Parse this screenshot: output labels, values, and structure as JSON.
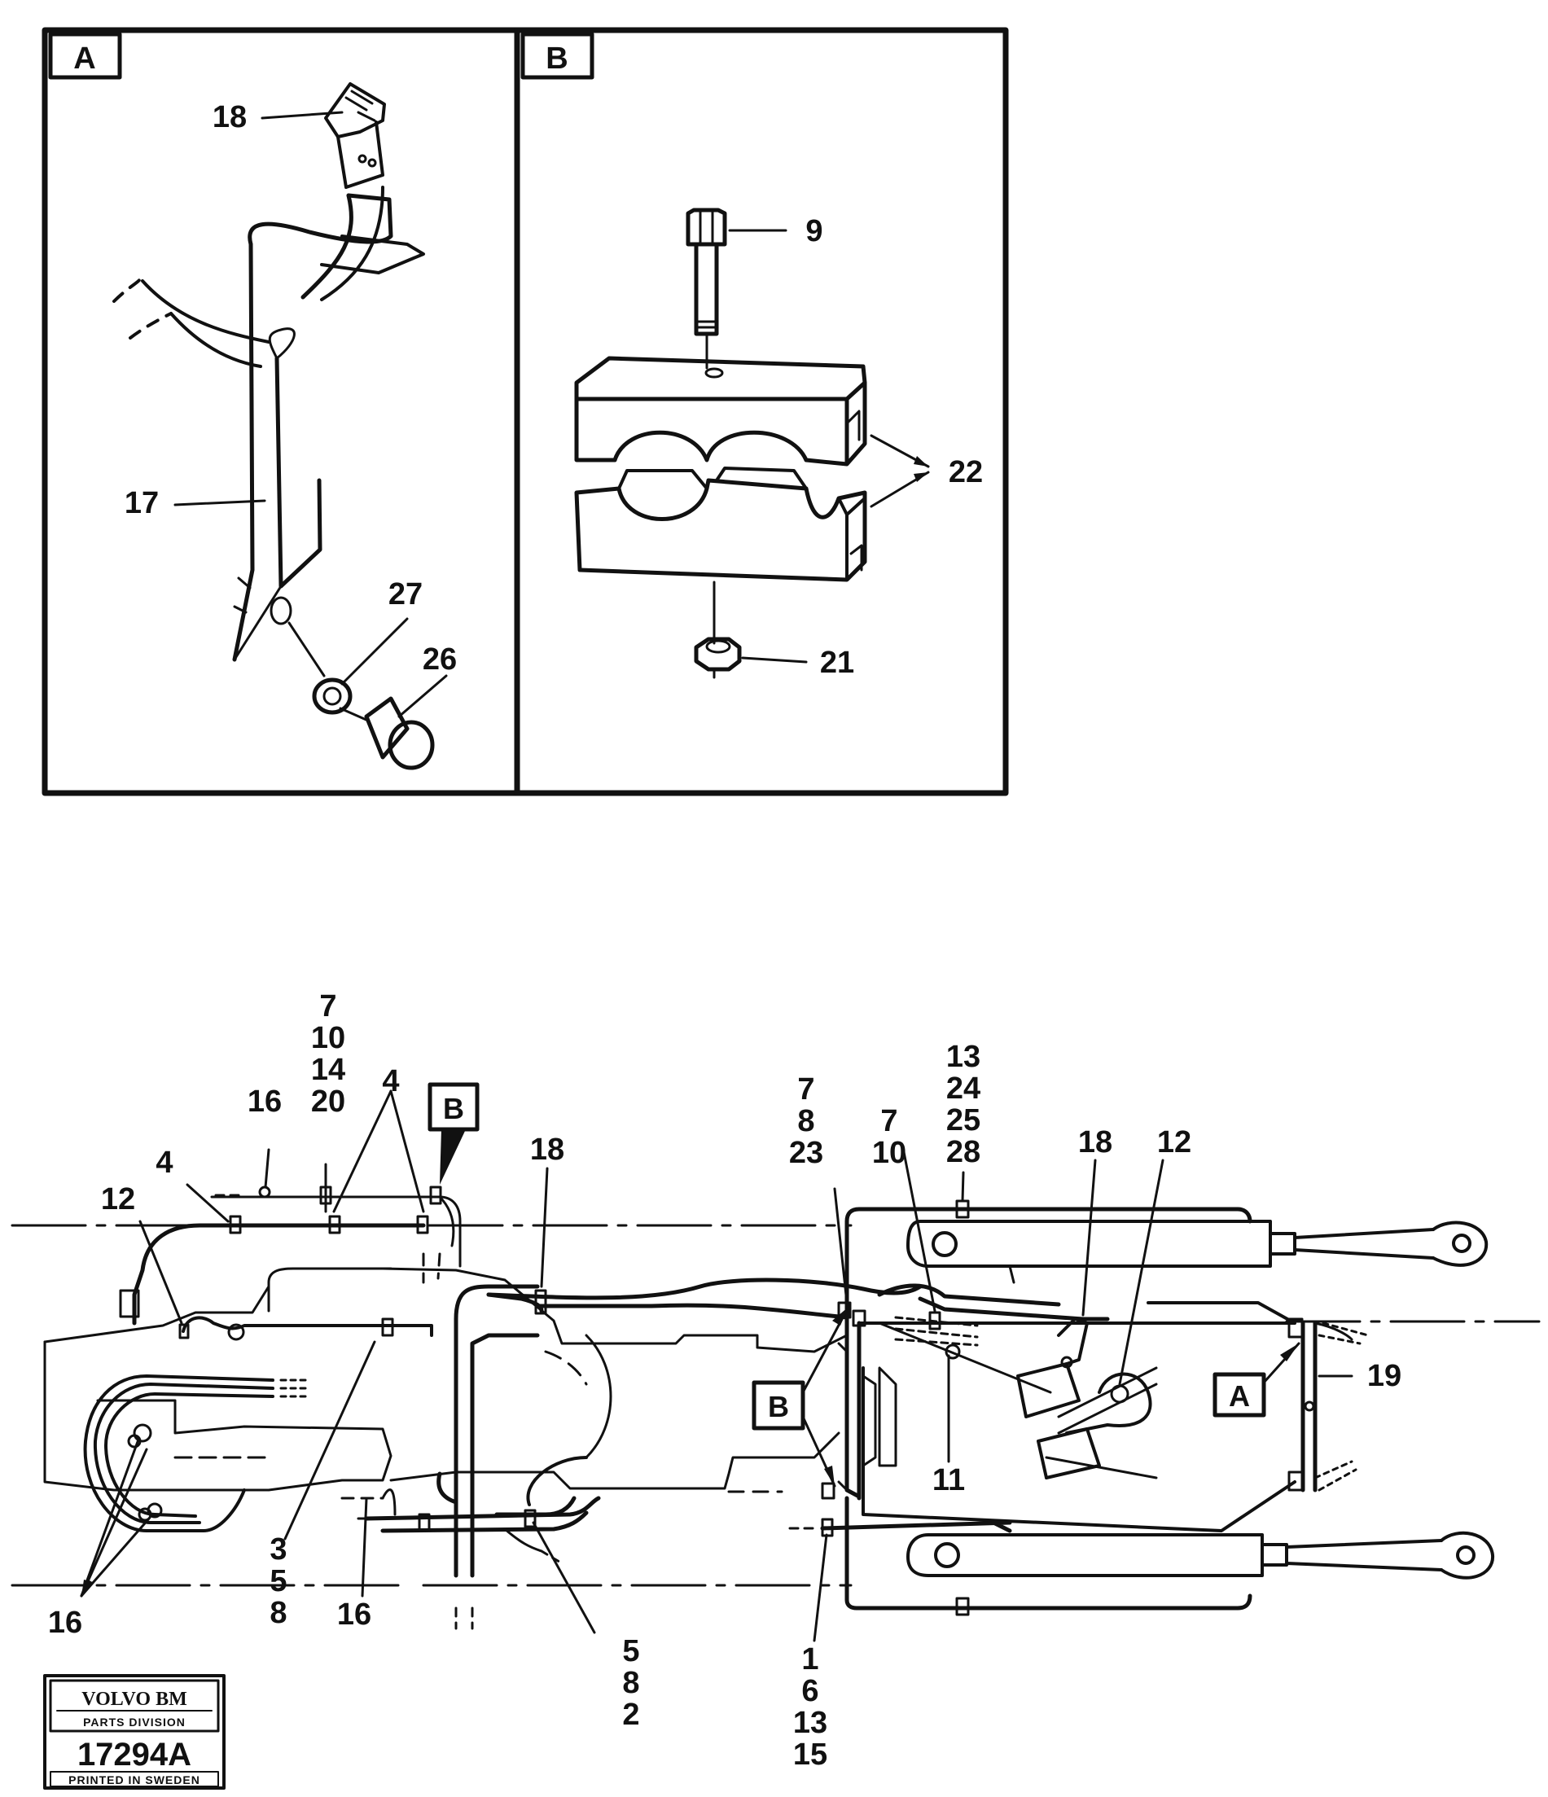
{
  "panels": {
    "A": {
      "tag": "A",
      "callouts": [
        "18",
        "17",
        "27",
        "26"
      ]
    },
    "B": {
      "tag": "B",
      "callouts": [
        "9",
        "22",
        "21"
      ]
    }
  },
  "assembly": {
    "tag_b": "B",
    "tag_b2": "B",
    "tag_a": "A",
    "callouts": {
      "c_7_10_14_20": [
        "7",
        "10",
        "14",
        "20"
      ],
      "c_16_top": "16",
      "c_4_left": "4",
      "c_4_mid": "4",
      "c_12_left": "12",
      "c_18_mid": "18",
      "c_7_8_23": [
        "7",
        "8",
        "23"
      ],
      "c_7_10": [
        "7",
        "10"
      ],
      "c_13_24_25_28": [
        "13",
        "24",
        "25",
        "28"
      ],
      "c_18_right": "18",
      "c_12_right": "12",
      "c_19": "19",
      "c_11": "11",
      "c_3_5_8": [
        "3",
        "5",
        "8"
      ],
      "c_16_bottom_left": "16",
      "c_16_bottom_mid": "16",
      "c_5_8_2": [
        "5",
        "8",
        "2"
      ],
      "c_1_6_13_15": [
        "1",
        "6",
        "13",
        "15"
      ]
    }
  },
  "stamp": {
    "brand": "VOLVO BM",
    "division": "PARTS DIVISION",
    "number": "17294A",
    "printed": "PRINTED IN SWEDEN"
  }
}
